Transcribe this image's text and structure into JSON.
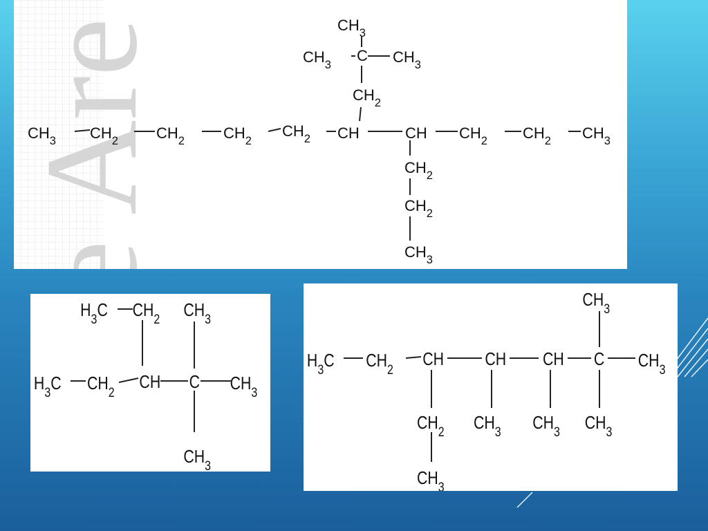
{
  "slide": {
    "accent_color": "#5ad1ee",
    "watermark_text": "e Are"
  },
  "structure1": {
    "main_chain": [
      "CH3",
      "CH2",
      "CH2",
      "CH2",
      "CH2",
      "CH",
      "CH",
      "CH2",
      "CH2",
      "CH3"
    ],
    "up_branch": [
      "CH2",
      "C",
      "CH3",
      "CH3",
      "CH3"
    ],
    "down_branch": [
      "CH2",
      "CH2",
      "CH3"
    ]
  },
  "structure2": {
    "top_row": [
      "H3C",
      "CH2",
      "CH3"
    ],
    "middle_row": [
      "H3C",
      "CH2",
      "CH",
      "C",
      "CH3"
    ],
    "bottom": "CH3"
  },
  "structure3": {
    "top": "CH3",
    "main_chain": [
      "H3C",
      "CH2",
      "CH",
      "CH",
      "CH",
      "C",
      "CH3"
    ],
    "substituents": [
      "CH2",
      "CH3",
      "CH3",
      "CH3"
    ],
    "bottom": "CH3"
  }
}
